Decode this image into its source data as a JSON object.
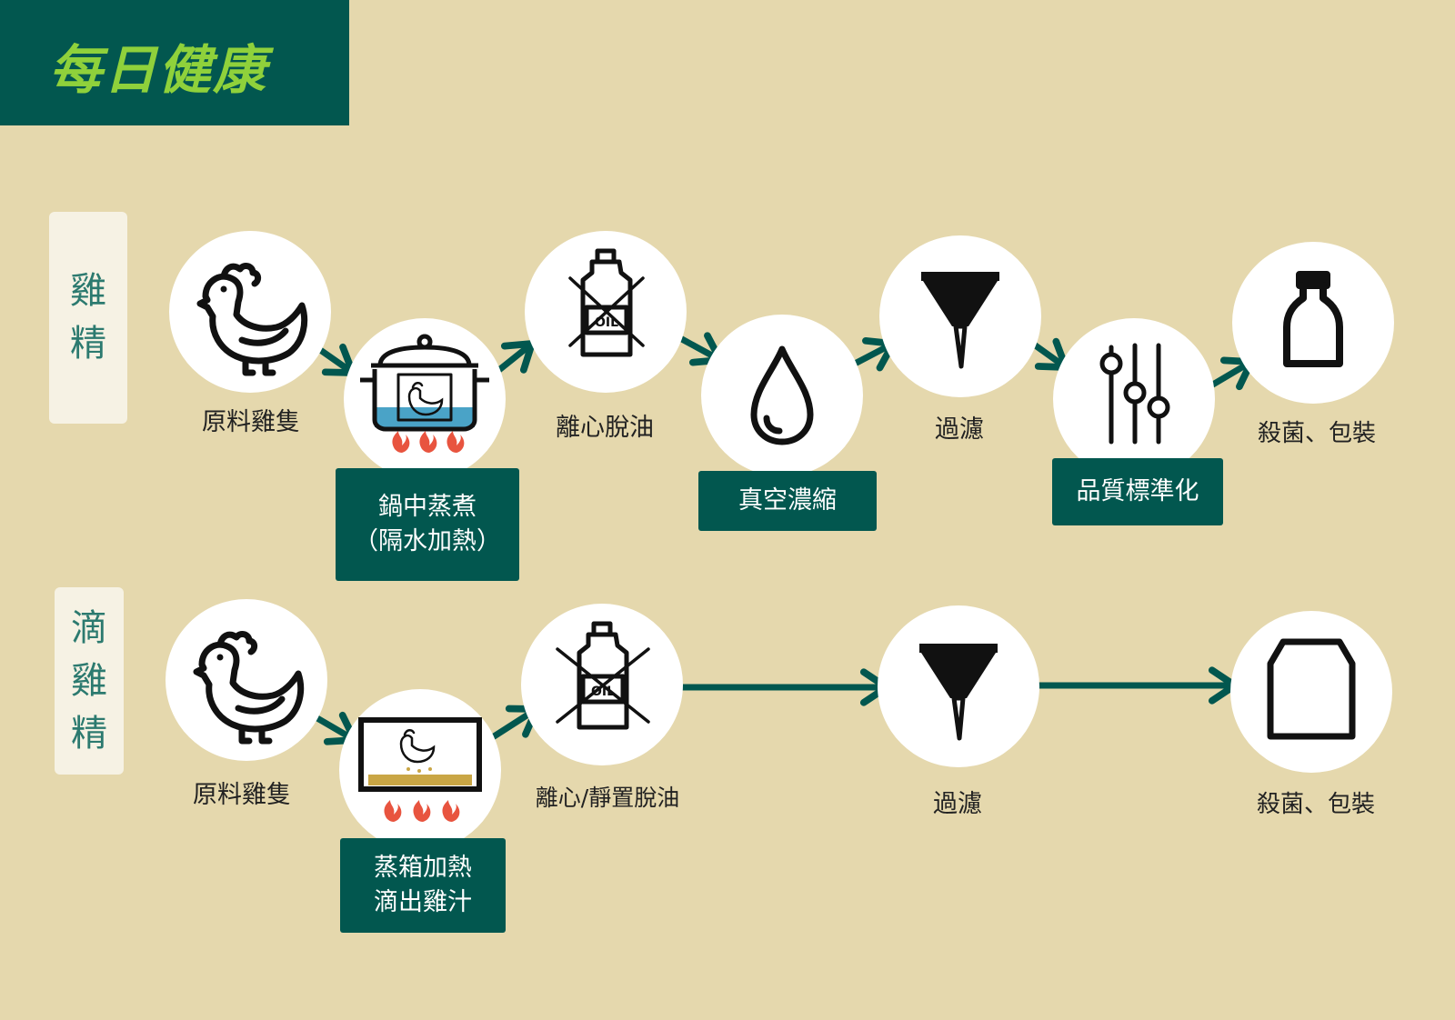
{
  "brand": {
    "title": "每日健康"
  },
  "rows": [
    {
      "category": [
        "雞",
        "精"
      ],
      "steps": {
        "s1": "原料雞隻",
        "s2": [
          "鍋中蒸煮",
          "（隔水加熱）"
        ],
        "s3": "離心脫油",
        "s4": "真空濃縮",
        "s5": "過濾",
        "s6": "品質標準化",
        "s7": "殺菌、包裝"
      }
    },
    {
      "category": [
        "滴",
        "雞",
        "精"
      ],
      "steps": {
        "s1": "原料雞隻",
        "s2": [
          "蒸箱加熱",
          "滴出雞汁"
        ],
        "s3": "離心/靜置脫油",
        "s5": "過濾",
        "s7": "殺菌、包裝"
      }
    }
  ],
  "icons": {
    "row1": [
      "chicken-icon",
      "steaming-pot-icon",
      "no-oil-icon",
      "drop-icon",
      "funnel-icon",
      "sliders-icon",
      "bottle-icon"
    ],
    "row2": [
      "chicken-icon",
      "steam-box-icon",
      "no-oil-icon",
      "funnel-icon",
      "jar-icon"
    ]
  },
  "colors": {
    "primary": "#02574f",
    "background": "#e5d8ad",
    "brand_text": "#8fd13b",
    "flame": "#e8543f"
  }
}
